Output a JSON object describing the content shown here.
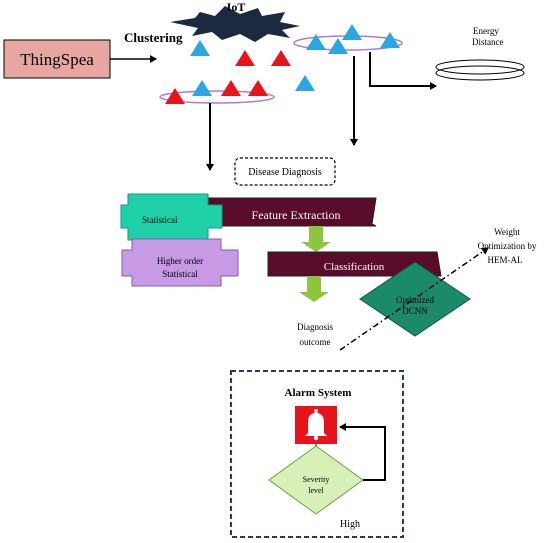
{
  "labels": {
    "iot": "IoT",
    "clustering": "Clustering",
    "thingspeak": "ThingSpea",
    "energy_distance_line1": "Energy",
    "energy_distance_line2": "Distance",
    "disease_diagnosis": "Disease Diagnosis",
    "statistical": "Statistical",
    "feature_extraction": "Feature Extraction",
    "higher_order_line1": "Higher order",
    "higher_order_line2": "Statistical",
    "classification": "Classification",
    "optimized_line1": "Optimized",
    "optimized_line2": "DCNN",
    "weight_line1": "Weight",
    "weight_line2": "Optimization by",
    "weight_line3": "HEM-AL",
    "diagnosis_outcome_line1": "Diagnosis",
    "diagnosis_outcome_line2": "outcome",
    "alarm_system": "Alarm System",
    "severity_line1": "Severity",
    "severity_line2": "level",
    "high": "High"
  },
  "colors": {
    "thingspeak_fill": "#e8a6a0",
    "red_node": "#e8141c",
    "blue_node": "#2aa6e0",
    "statistical_fill": "#1fd1a8",
    "feature_fill": "#5a0a2a",
    "higher_order_fill": "#c79ae6",
    "arrow_green": "#8cc63f",
    "dcnn_fill": "#1a8a6a",
    "alarm_red": "#e8141c",
    "severity_fill": "#d8f0b8",
    "iot_burst": "#1b2a3f"
  }
}
